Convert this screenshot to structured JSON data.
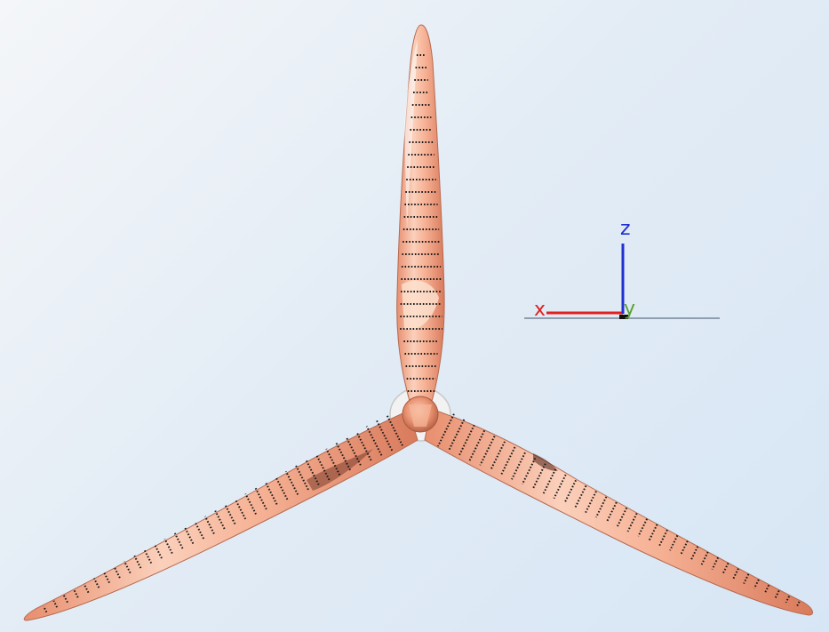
{
  "viewport": {
    "background_top": "#f4f6f9",
    "background_bottom": "#d7e6f5"
  },
  "model": {
    "blade_color": "#f2a98a",
    "blade_highlight": "#fde8dc",
    "blade_shadow": "#c8735a",
    "section_line_color": "#1a1a1a",
    "blade_count": 3
  },
  "triad": {
    "x_label": "x",
    "y_label": "y",
    "z_label": "z",
    "x_color": "#e02020",
    "y_color": "#5aa030",
    "z_color": "#1f2fd0"
  }
}
